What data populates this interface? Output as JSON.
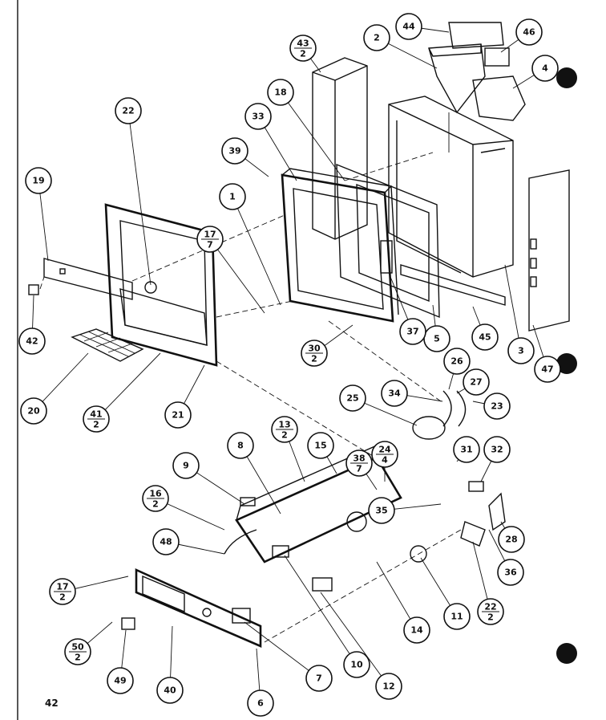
{
  "page_number": "42",
  "callouts": [
    {
      "id": "c1",
      "label": "1"
    },
    {
      "id": "c2",
      "label": "2"
    },
    {
      "id": "c3",
      "label": "3"
    },
    {
      "id": "c4",
      "label": "4"
    },
    {
      "id": "c5",
      "label": "5"
    },
    {
      "id": "c6",
      "label": "6"
    },
    {
      "id": "c7",
      "label": "7"
    },
    {
      "id": "c8",
      "label": "8"
    },
    {
      "id": "c9",
      "label": "9"
    },
    {
      "id": "c10",
      "label": "10"
    },
    {
      "id": "c11",
      "label": "11"
    },
    {
      "id": "c12",
      "label": "12"
    },
    {
      "id": "c13",
      "label": "13",
      "qty": "2"
    },
    {
      "id": "c14",
      "label": "14"
    },
    {
      "id": "c15",
      "label": "15"
    },
    {
      "id": "c16",
      "label": "16",
      "qty": "2"
    },
    {
      "id": "c17a",
      "label": "17",
      "qty": "7"
    },
    {
      "id": "c17b",
      "label": "17",
      "qty": "2"
    },
    {
      "id": "c18",
      "label": "18"
    },
    {
      "id": "c19",
      "label": "19"
    },
    {
      "id": "c20",
      "label": "20"
    },
    {
      "id": "c21",
      "label": "21"
    },
    {
      "id": "c22",
      "label": "22"
    },
    {
      "id": "c22b",
      "label": "22",
      "qty": "2"
    },
    {
      "id": "c23",
      "label": "23"
    },
    {
      "id": "c24",
      "label": "24",
      "qty": "4"
    },
    {
      "id": "c25",
      "label": "25"
    },
    {
      "id": "c26",
      "label": "26"
    },
    {
      "id": "c27",
      "label": "27"
    },
    {
      "id": "c28",
      "label": "28"
    },
    {
      "id": "c30",
      "label": "30",
      "qty": "2"
    },
    {
      "id": "c31",
      "label": "31"
    },
    {
      "id": "c32",
      "label": "32"
    },
    {
      "id": "c33",
      "label": "33"
    },
    {
      "id": "c34",
      "label": "34"
    },
    {
      "id": "c35",
      "label": "35"
    },
    {
      "id": "c36",
      "label": "36"
    },
    {
      "id": "c37",
      "label": "37"
    },
    {
      "id": "c38",
      "label": "38",
      "qty": "7"
    },
    {
      "id": "c39",
      "label": "39"
    },
    {
      "id": "c40",
      "label": "40"
    },
    {
      "id": "c41",
      "label": "41",
      "qty": "2"
    },
    {
      "id": "c42",
      "label": "42"
    },
    {
      "id": "c43",
      "label": "43",
      "qty": "2"
    },
    {
      "id": "c44",
      "label": "44"
    },
    {
      "id": "c45",
      "label": "45"
    },
    {
      "id": "c46",
      "label": "46"
    },
    {
      "id": "c47",
      "label": "47"
    },
    {
      "id": "c48",
      "label": "48"
    },
    {
      "id": "c49",
      "label": "49"
    },
    {
      "id": "c50",
      "label": "50",
      "qty": "2"
    }
  ]
}
